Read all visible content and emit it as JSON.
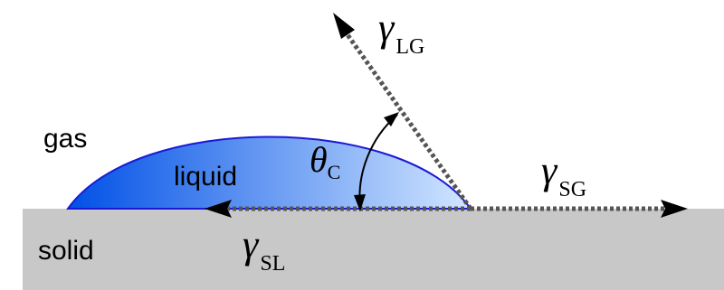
{
  "labels": {
    "gas": "gas",
    "liquid": "liquid",
    "solid": "solid"
  },
  "symbols": {
    "gamma": "γ",
    "theta": "θ",
    "contact_angle_subscript": "C",
    "liquid_gas_subscript": "LG",
    "solid_gas_subscript": "SG",
    "solid_liquid_subscript": "SL"
  },
  "colors": {
    "solid_fill": "#c8c8c8",
    "liquid_dark": "#0050e6",
    "liquid_light": "#d2e6ff",
    "liquid_outline": "#1a1ad6",
    "vector": "#555555",
    "arrowhead": "#000000",
    "text": "#000000"
  }
}
